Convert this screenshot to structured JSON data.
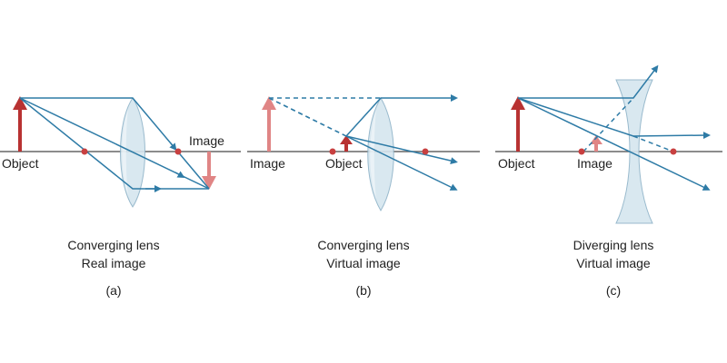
{
  "colors": {
    "ray": "#2e7ba6",
    "object_arrow": "#b83232",
    "image_arrow": "#e08585",
    "focal_point": "#c84040",
    "lens_fill": "#d5e6ef"
  },
  "panels": [
    {
      "caption_line1": "Converging lens",
      "caption_line2": "Real image",
      "letter": "(a)",
      "object_label": "Object",
      "image_label": "Image"
    },
    {
      "caption_line1": "Converging lens",
      "caption_line2": "Virtual image",
      "letter": "(b)",
      "object_label": "Object",
      "image_label": "Image"
    },
    {
      "caption_line1": "Diverging lens",
      "caption_line2": "Virtual image",
      "letter": "(c)",
      "object_label": "Object",
      "image_label": "Image"
    }
  ]
}
